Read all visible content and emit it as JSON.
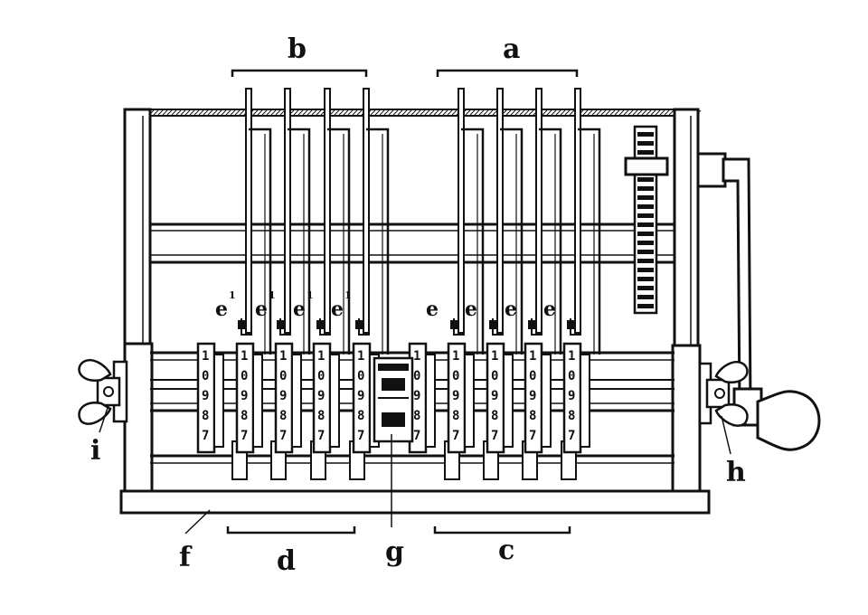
{
  "labels": {
    "a": "a",
    "b": "b",
    "c": "c",
    "d": "d",
    "f": "f",
    "g": "g",
    "h": "h",
    "i": "i",
    "e": "e",
    "e1": "e",
    "e1_sup": "1"
  },
  "wheel_digits": [
    "1",
    "0",
    "9",
    "8",
    "7"
  ],
  "colors": {
    "ink": "#111111",
    "paper": "#ffffff"
  }
}
